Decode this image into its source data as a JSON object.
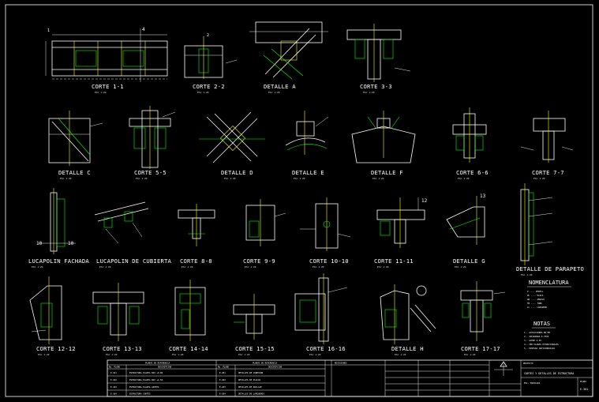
{
  "sheet": {
    "colors": {
      "background": "#000000",
      "line": "#ffffff",
      "accent_yellow": "#ffff00",
      "accent_green": "#00ff00",
      "accent_cyan": "#00ffff",
      "accent_red": "#ff3333"
    },
    "marks": {
      "corte_1_1": "1",
      "corte_2_2": "2",
      "marker_4": "4",
      "marker_10": "10",
      "marker_12": "12",
      "marker_13": "13"
    }
  },
  "details": {
    "corte_1_1": "CORTE 1-1",
    "corte_2_2": "CORTE 2-2",
    "detalle_a": "DETALLE A",
    "corte_3_3": "CORTE 3-3",
    "detalle_c": "DETALLE C",
    "corte_5_5": "CORTE 5-5",
    "detalle_d": "DETALLE D",
    "detalle_e": "DETALLE E",
    "detalle_f": "DETALLE F",
    "corte_6_6": "CORTE 6-6",
    "corte_7_7": "CORTE 7-7",
    "lucapolin_fachada": "LUCAPOLIN FACHADA",
    "lucapolin_cubierta": "LUCAPOLIN DE CUBIERTA",
    "corte_8_8": "CORTE 8-8",
    "corte_9_9": "CORTE 9-9",
    "corte_10_10": "CORTE 10-10",
    "corte_11_11": "CORTE 11-11",
    "detalle_g": "DETALLE G",
    "detalle_parapeto": "DETALLE DE PARAPETO",
    "corte_12_12": "CORTE 12-12",
    "corte_13_13": "CORTE 13-13",
    "corte_14_14": "CORTE 14-14",
    "corte_15_15": "CORTE 15-15",
    "corte_16_16": "CORTE 16-16",
    "detalle_h": "DETALLE H",
    "corte_17_17": "CORTE 17-17"
  },
  "scale_note": "ESC 1:20",
  "nomenclatura": {
    "title": "NOMENCLATURA",
    "items": [
      "P   ----   PERFIL",
      "PL  ----   PLACA",
      "AN  ----   ANGULO",
      "TB  ----   TUBO",
      "LC  ----   LARGUERO"
    ]
  },
  "notas": {
    "title": "NOTAS",
    "items": [
      "1.- ACOTACIONES EN MM",
      "2.- SOLDADURA E-70XX",
      "3.- ACERO A-36",
      "4.- VER PLANOS ESTRUCTURALES",
      "5.- PINTURA ANTICORROSIVA"
    ]
  },
  "title_block": {
    "planos_ref": "PLANOS DE REFERENCIA",
    "col_no": "No. PLANO",
    "col_desc": "DESCRIPCION",
    "rows_left": [
      [
        "E-101",
        "ESTRUCTURA PLANTA NIV +0.00"
      ],
      [
        "E-102",
        "ESTRUCTURA PLANTA NIV +4.50"
      ],
      [
        "E-103",
        "ESTRUCTURA PLANTA AZOTEA"
      ],
      [
        "E-104",
        "ESTRUCTURA CORTES"
      ]
    ],
    "rows_right": [
      [
        "E-201",
        "DETALLES DE CONEXION"
      ],
      [
        "E-202",
        "DETALLES DE PLACAS"
      ],
      [
        "E-203",
        "DETALLES DE ANCLAJE"
      ],
      [
        "E-204",
        "DETALLES DE LARGUEROS"
      ]
    ],
    "rev_header": "REVISIONES",
    "proyecto": "PROYECTO",
    "drawing_title": "CORTES Y DETALLES DE ESTRUCTURA",
    "plano_label": "PLANO",
    "plano_no": "E-301",
    "escala": "ESC. INDICADA"
  }
}
